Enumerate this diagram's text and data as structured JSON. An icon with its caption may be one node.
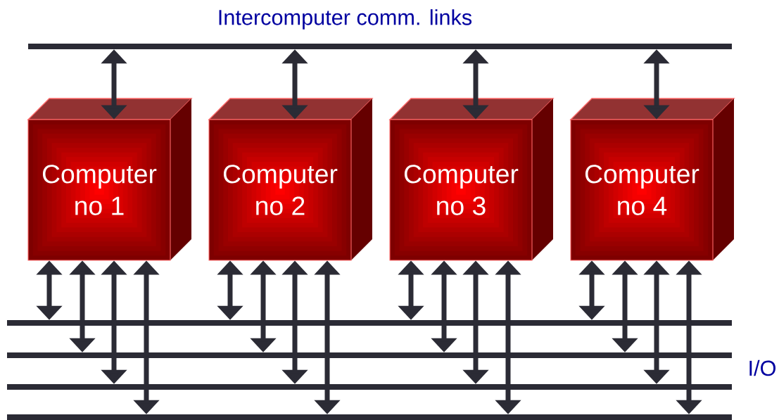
{
  "diagram": {
    "nodes": [
      {
        "text": [],
        "shape": "bar",
        "beside": [
          "Intercomputer comm. links"
        ]
      },
      {
        "text": [
          "Computer no 1"
        ]
      },
      {
        "text": [
          "Computer no 2"
        ]
      },
      {
        "text": [
          "Computer no 3"
        ]
      },
      {
        "text": [
          "Computer no 4"
        ]
      },
      {
        "text": [],
        "shape": "bar"
      },
      {
        "text": [],
        "shape": "bar"
      },
      {
        "text": [],
        "shape": "bar"
      },
      {
        "text": [],
        "shape": "bar"
      }
    ],
    "edges": [
      {
        "from": 0,
        "to": 1,
        "arrow": "both"
      },
      {
        "from": 0,
        "to": 2,
        "arrow": "both"
      },
      {
        "from": 0,
        "to": 3,
        "arrow": "both"
      },
      {
        "from": 0,
        "to": 4,
        "arrow": "both"
      },
      {
        "from": 1,
        "to": 5,
        "arrow": "both"
      },
      {
        "from": 1,
        "to": 6,
        "arrow": "both"
      },
      {
        "from": 1,
        "to": 7,
        "arrow": "both"
      },
      {
        "from": 1,
        "to": 8,
        "arrow": "both"
      },
      {
        "from": 2,
        "to": 5,
        "arrow": "both"
      },
      {
        "from": 2,
        "to": 6,
        "arrow": "both"
      },
      {
        "from": 2,
        "to": 7,
        "arrow": "both"
      },
      {
        "from": 2,
        "to": 8,
        "arrow": "both"
      },
      {
        "from": 3,
        "to": 5,
        "arrow": "both"
      },
      {
        "from": 3,
        "to": 6,
        "arrow": "both"
      },
      {
        "from": 3,
        "to": 7,
        "arrow": "both"
      },
      {
        "from": 3,
        "to": 8,
        "arrow": "both"
      },
      {
        "from": 4,
        "to": 5,
        "arrow": "both"
      },
      {
        "from": 4,
        "to": 6,
        "arrow": "both"
      },
      {
        "from": 4,
        "to": 7,
        "arrow": "both"
      },
      {
        "from": 4,
        "to": 8,
        "arrow": "both"
      }
    ],
    "labels": [
      "I/O"
    ]
  }
}
